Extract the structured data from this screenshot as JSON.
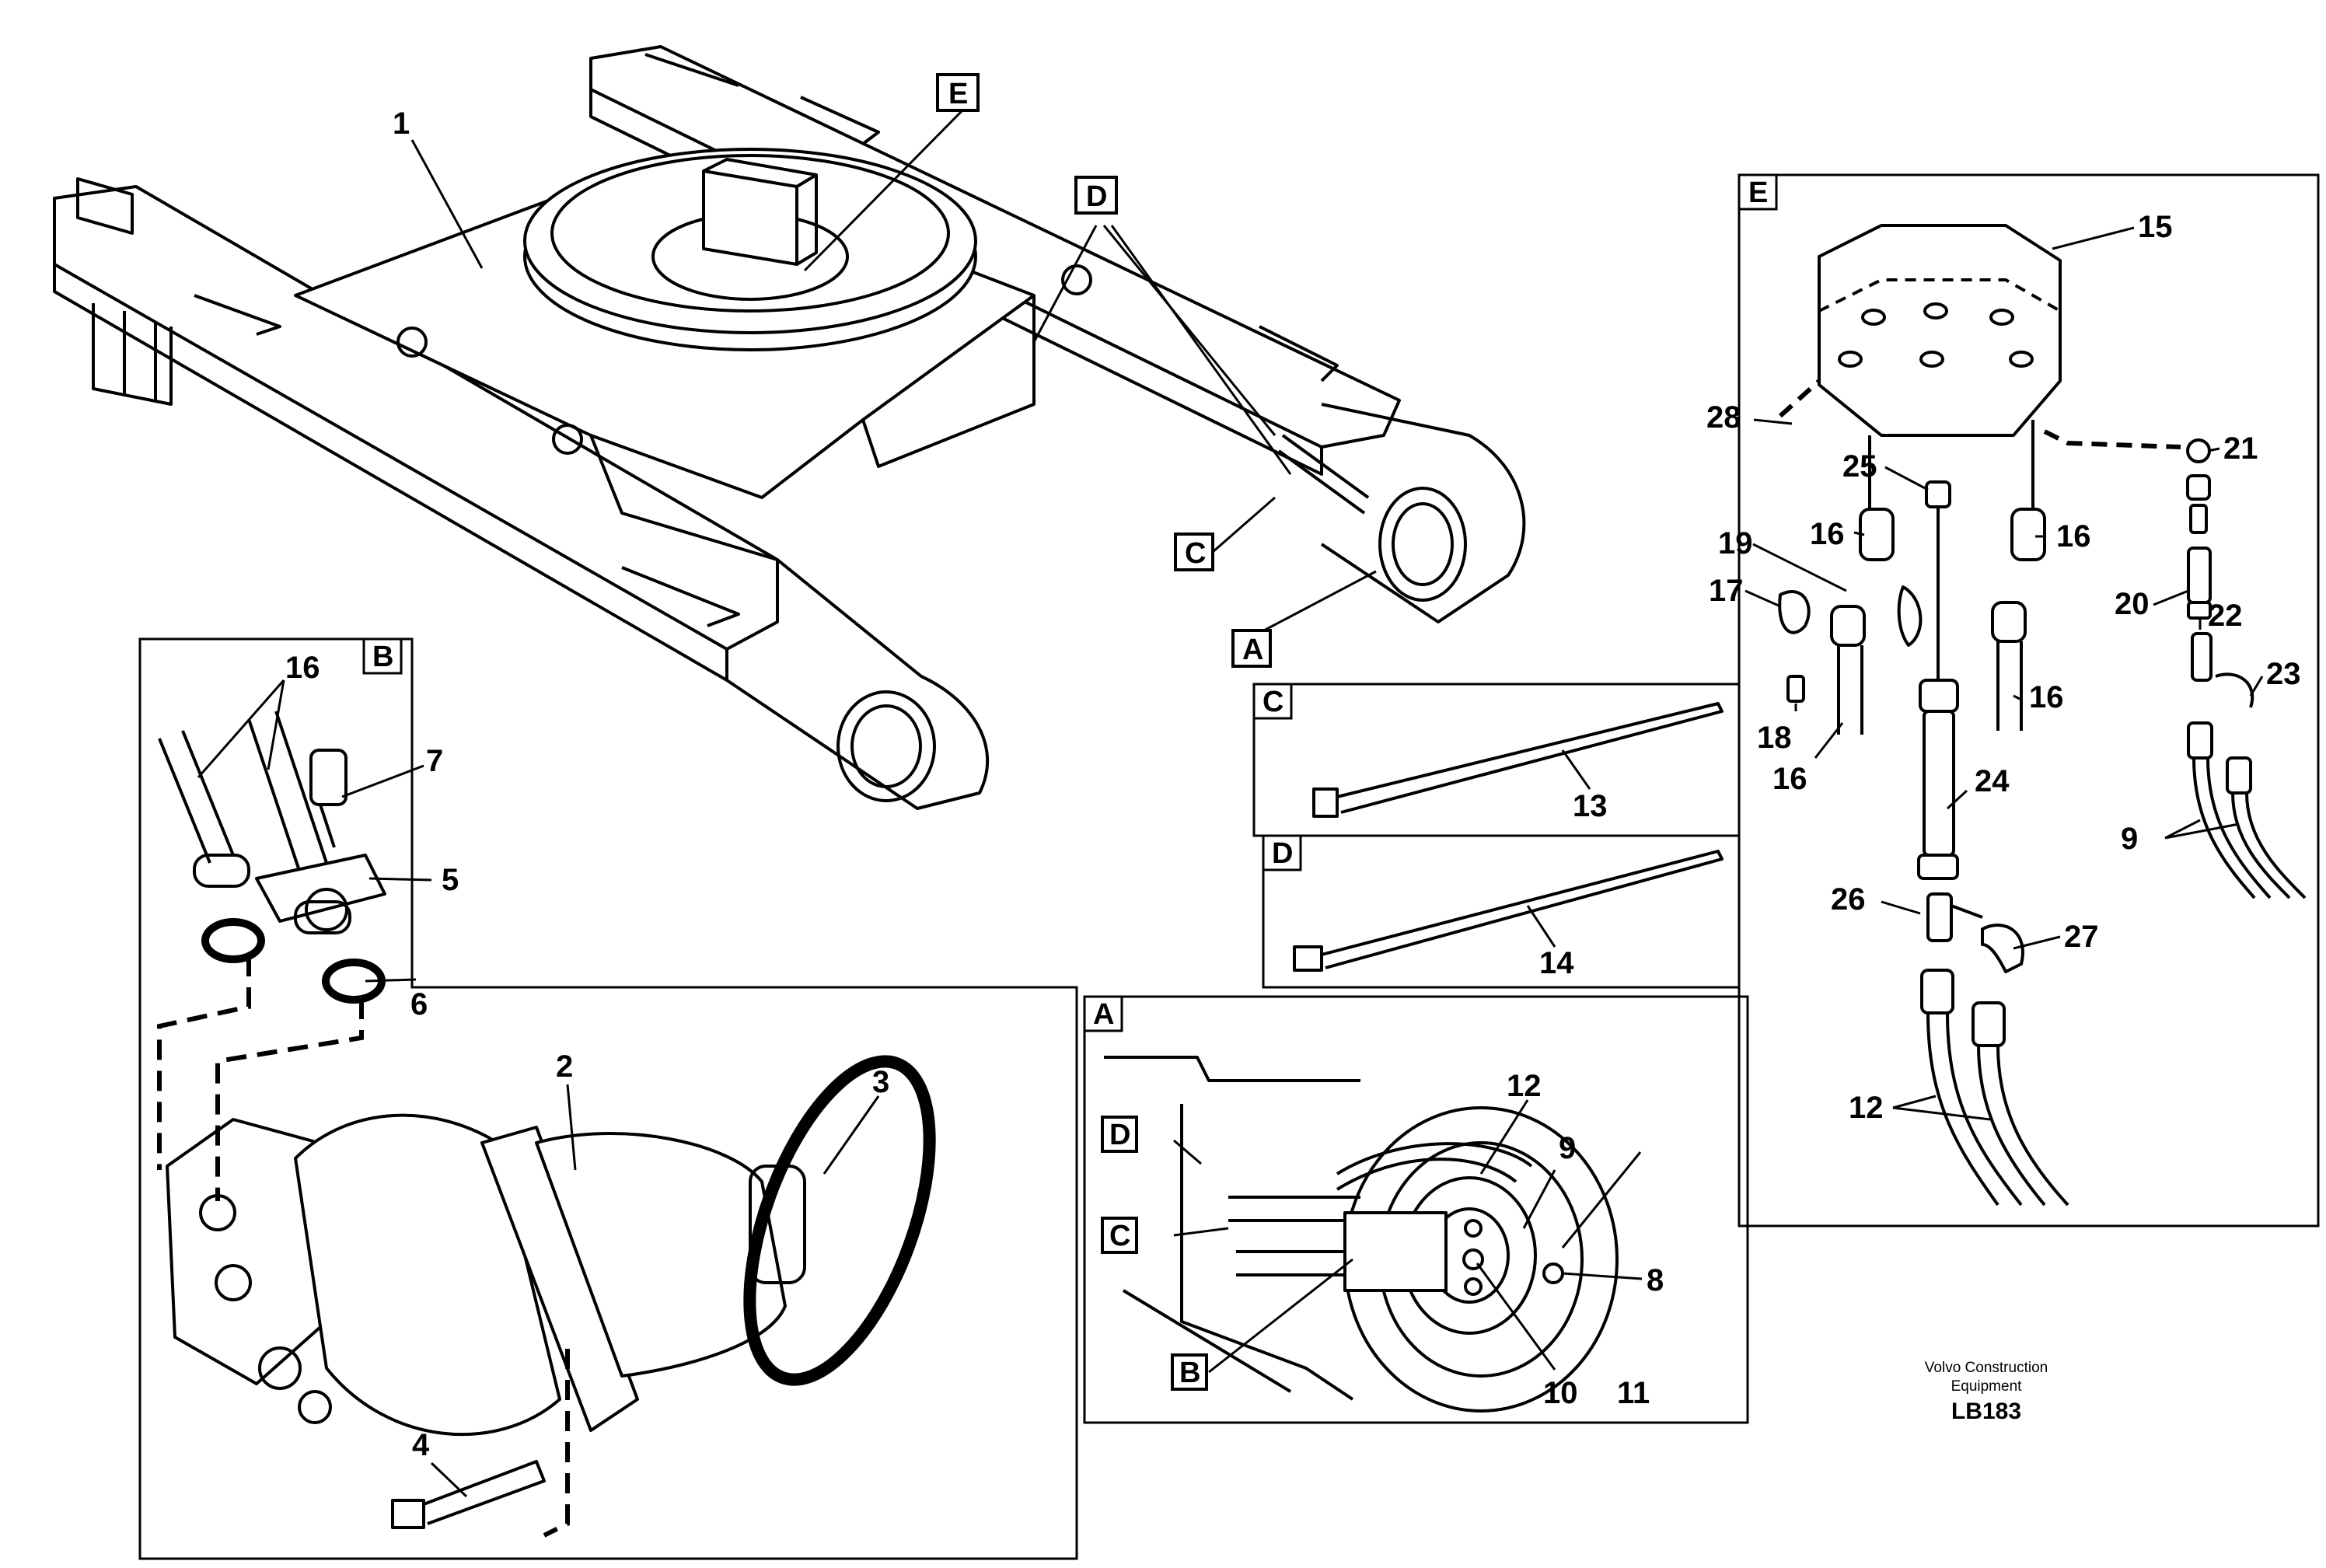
{
  "diagram": {
    "frame_labels": {
      "E_callout": "E",
      "D_callout": "D",
      "C_callout": "C",
      "A_callout": "A",
      "detail_B": "B",
      "detail_E": "E",
      "detail_C": "C",
      "detail_D": "D",
      "detail_A": "A",
      "A_inner_D": "D",
      "A_inner_C": "C",
      "A_inner_B": "B"
    },
    "part_numbers": {
      "p1": "1",
      "p2": "2",
      "p3": "3",
      "p4": "4",
      "p5": "5",
      "p6": "6",
      "p7": "7",
      "p8": "8",
      "p9_A": "9",
      "p9_E": "9",
      "p10": "10",
      "p11": "11",
      "p12_A": "12",
      "p12_E": "12",
      "p13": "13",
      "p14": "14",
      "p15": "15",
      "p16_B": "16",
      "p16_a": "16",
      "p16_b": "16",
      "p16_c": "16",
      "p16_d": "16",
      "p17": "17",
      "p18": "18",
      "p19": "19",
      "p20": "20",
      "p21": "21",
      "p22": "22",
      "p23": "23",
      "p24": "24",
      "p25": "25",
      "p26": "26",
      "p27": "27",
      "p28": "28"
    },
    "credit": {
      "line1": "Volvo Construction",
      "line2": "Equipment",
      "code": "LB183"
    }
  }
}
